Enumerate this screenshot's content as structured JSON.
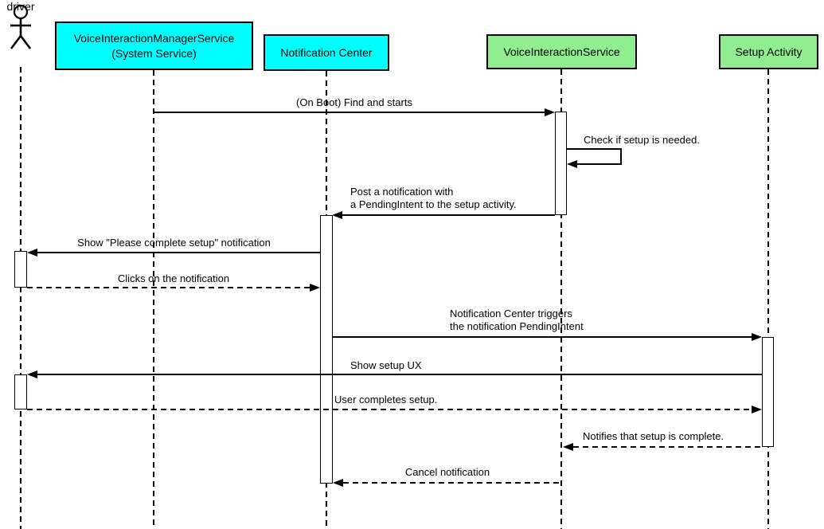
{
  "diagram": {
    "type": "uml-sequence",
    "colors": {
      "participant_cyan": "#00ffff",
      "participant_green": "#90ee90",
      "line": "#000000",
      "background": "#ffffff"
    },
    "participants": [
      {
        "id": "driver",
        "kind": "actor",
        "label": "driver"
      },
      {
        "id": "voice-interaction-manager-service",
        "kind": "box",
        "fill": "#00ffff",
        "label_line1": "VoiceInteractionManagerService",
        "label_line2": "(System Service)"
      },
      {
        "id": "notification-center",
        "kind": "box",
        "fill": "#00ffff",
        "label": "Notification Center"
      },
      {
        "id": "voice-interaction-service",
        "kind": "box",
        "fill": "#90ee90",
        "label": "VoiceInteractionService"
      },
      {
        "id": "setup-activity",
        "kind": "box",
        "fill": "#90ee90",
        "label": "Setup Activity"
      }
    ],
    "messages": [
      {
        "from": "voice-interaction-manager-service",
        "to": "voice-interaction-service",
        "line": "solid",
        "text": "(On Boot) Find and starts"
      },
      {
        "from": "voice-interaction-service",
        "to": "voice-interaction-service",
        "line": "solid",
        "self": true,
        "text": "Check if setup is needed."
      },
      {
        "from": "voice-interaction-service",
        "to": "notification-center",
        "line": "solid",
        "text_line1": "Post a notification with",
        "text_line2": "a PendingIntent to the setup activity."
      },
      {
        "from": "notification-center",
        "to": "driver",
        "line": "solid",
        "text": "Show \"Please complete setup\" notification"
      },
      {
        "from": "driver",
        "to": "notification-center",
        "line": "dashed",
        "text": "Clicks on the notification"
      },
      {
        "from": "notification-center",
        "to": "setup-activity",
        "line": "solid",
        "text_line1": "Notification Center triggers",
        "text_line2": "the notification PendingIntent"
      },
      {
        "from": "setup-activity",
        "to": "driver",
        "line": "solid",
        "text": "Show setup UX"
      },
      {
        "from": "driver",
        "to": "setup-activity",
        "line": "dashed",
        "text": "User completes setup."
      },
      {
        "from": "setup-activity",
        "to": "voice-interaction-service",
        "line": "dashed",
        "text": "Notifies that setup is complete."
      },
      {
        "from": "voice-interaction-service",
        "to": "notification-center",
        "line": "dashed",
        "text": "Cancel notification"
      }
    ]
  }
}
